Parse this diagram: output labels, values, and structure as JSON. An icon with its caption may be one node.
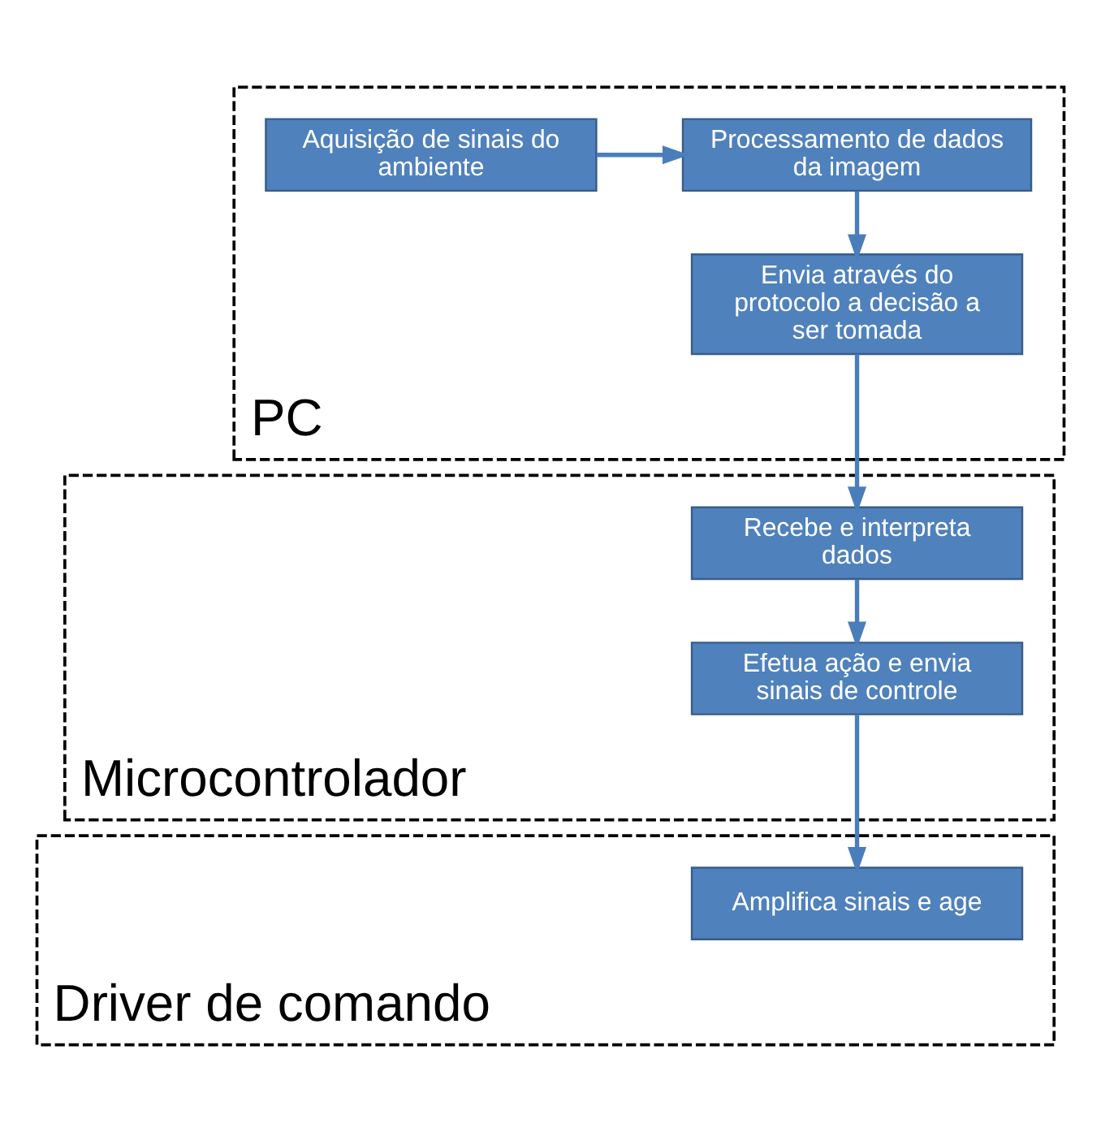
{
  "diagram": {
    "nodes": [
      {
        "text": [
          "PC"
        ]
      },
      {
        "text": [
          "Aquisição de sinais do ambiente"
        ],
        "in": 0
      },
      {
        "text": [
          "Processamento de dados da imagem"
        ],
        "in": 0
      },
      {
        "text": [
          "Envia através do protocolo a decisão a ser tomada"
        ],
        "in": 0
      },
      {
        "text": [
          "Microcontrolador"
        ]
      },
      {
        "text": [
          "Recebe e interpreta dados"
        ],
        "in": 4
      },
      {
        "text": [
          "Efetua ação e envia sinais de controle"
        ],
        "in": 4
      },
      {
        "text": [
          "Driver de comando"
        ]
      },
      {
        "text": [
          "Amplifica sinais e age"
        ],
        "in": 7
      }
    ],
    "edges": [
      {
        "from": 1,
        "to": 2,
        "arrow": "to"
      },
      {
        "from": 2,
        "to": 3,
        "arrow": "to"
      },
      {
        "from": 3,
        "to": 5,
        "arrow": "to"
      },
      {
        "from": 5,
        "to": 6,
        "arrow": "to"
      },
      {
        "from": 6,
        "to": 8,
        "arrow": "to"
      }
    ]
  }
}
